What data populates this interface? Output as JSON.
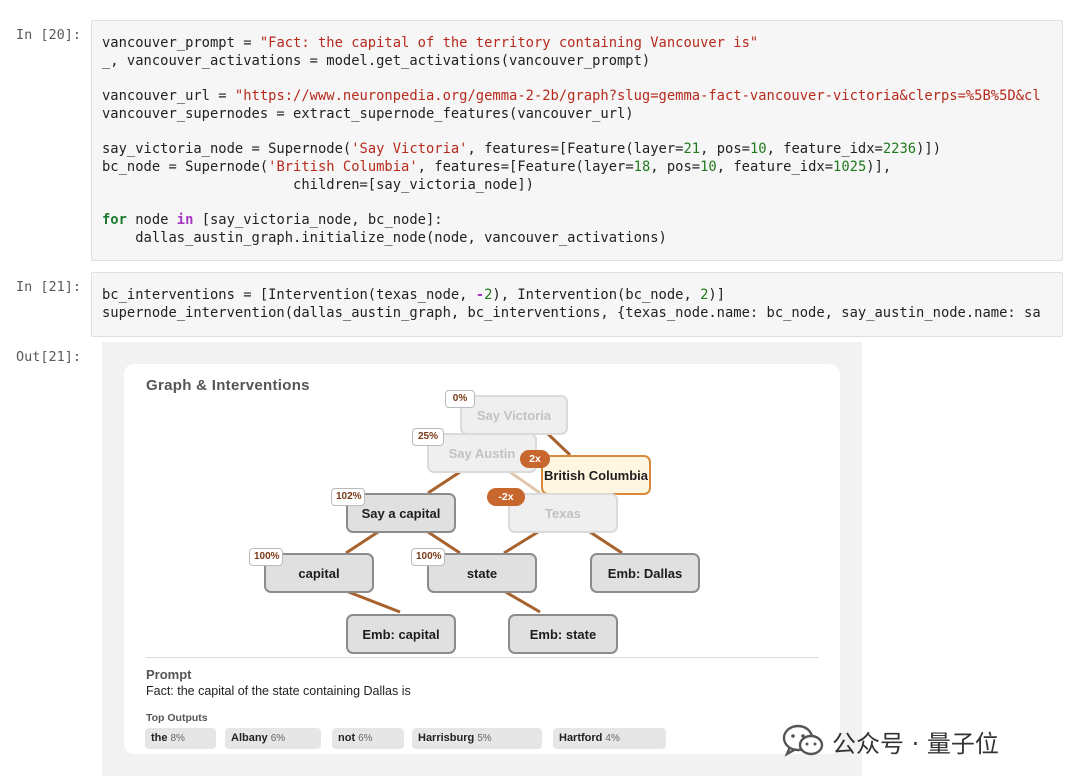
{
  "cells": [
    {
      "label": "In [20]:",
      "lines": [
        [
          [
            "v",
            "vancouver_prompt = "
          ],
          [
            "s",
            "\"Fact: the capital of the territory containing Vancouver is\""
          ]
        ],
        [
          [
            "v",
            "_, vancouver_activations = model.get_activations(vancouver_prompt)"
          ]
        ],
        [],
        [
          [
            "v",
            "vancouver_url = "
          ],
          [
            "s",
            "\"https://www.neuronpedia.org/gemma-2-2b/graph?slug=gemma-fact-vancouver-victoria&clerps=%5B%5D&cl"
          ]
        ],
        [
          [
            "v",
            "vancouver_supernodes = extract_supernode_features(vancouver_url)"
          ]
        ],
        [],
        [
          [
            "v",
            "say_victoria_node = Supernode("
          ],
          [
            "s",
            "'Say Victoria'"
          ],
          [
            "v",
            ", features=[Feature(layer="
          ],
          [
            "n",
            "21"
          ],
          [
            "v",
            ", pos="
          ],
          [
            "n",
            "10"
          ],
          [
            "v",
            ", feature_idx="
          ],
          [
            "n",
            "2236"
          ],
          [
            "v",
            ")])"
          ]
        ],
        [
          [
            "v",
            "bc_node = Supernode("
          ],
          [
            "s",
            "'British Columbia'"
          ],
          [
            "v",
            ", features=[Feature(layer="
          ],
          [
            "n",
            "18"
          ],
          [
            "v",
            ", pos="
          ],
          [
            "n",
            "10"
          ],
          [
            "v",
            ", feature_idx="
          ],
          [
            "n",
            "1025"
          ],
          [
            "v",
            ")],"
          ]
        ],
        [
          [
            "v",
            "                       children=[say_victoria_node])"
          ]
        ],
        [],
        [
          [
            "k",
            "for"
          ],
          [
            "v",
            " node "
          ],
          [
            "o",
            "in"
          ],
          [
            "v",
            " [say_victoria_node, bc_node]:"
          ]
        ],
        [
          [
            "v",
            "    dallas_austin_graph.initialize_node(node, vancouver_activations)"
          ]
        ]
      ]
    },
    {
      "label": "In [21]:",
      "lines": [
        [
          [
            "v",
            "bc_interventions = [Intervention(texas_node, "
          ],
          [
            "o",
            "-"
          ],
          [
            "n",
            "2"
          ],
          [
            "v",
            "), Intervention(bc_node, "
          ],
          [
            "n",
            "2"
          ],
          [
            "v",
            ")]"
          ]
        ],
        [
          [
            "v",
            "supernode_intervention(dallas_austin_graph, bc_interventions, {texas_node.name: bc_node, say_austin_node.name: sa"
          ]
        ]
      ]
    }
  ],
  "output": {
    "label": "Out[21]:",
    "card_title": "Graph & Interventions",
    "nodes": {
      "say_victoria": {
        "label": "Say Victoria",
        "badge": "0%"
      },
      "say_austin": {
        "label": "Say Austin",
        "badge": "25%"
      },
      "british_columbia": {
        "label": "British Columbia",
        "pill": "2x"
      },
      "say_capital": {
        "label": "Say a capital",
        "badge": "102%"
      },
      "texas": {
        "label": "Texas",
        "pill": "-2x"
      },
      "capital": {
        "label": "capital",
        "badge": "100%"
      },
      "state": {
        "label": "state",
        "badge": "100%"
      },
      "emb_dallas": {
        "label": "Emb: Dallas"
      },
      "emb_capital": {
        "label": "Emb: capital"
      },
      "emb_state": {
        "label": "Emb: state"
      }
    },
    "prompt_title": "Prompt",
    "prompt_text": "Fact: the capital of the state containing Dallas is",
    "top_outputs_title": "Top Outputs",
    "top_outputs": [
      {
        "token": "the",
        "pct": "8%"
      },
      {
        "token": "Albany",
        "pct": "6%"
      },
      {
        "token": "not",
        "pct": "6%"
      },
      {
        "token": "Harrisburg",
        "pct": "5%"
      },
      {
        "token": "Hartford",
        "pct": "4%"
      }
    ]
  },
  "colors": {
    "edge": "#a8622e",
    "edge_faded": "#e2c6ad",
    "pill": "#c8672d",
    "string": "#b72a1c",
    "number": "#227a1e"
  },
  "watermark": {
    "text": "公众号 · 量子位",
    "icon": "wechat-icon"
  }
}
